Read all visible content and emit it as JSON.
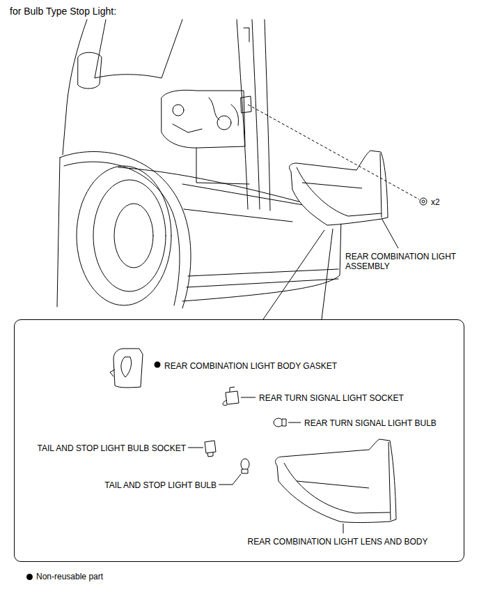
{
  "diagram": {
    "title": "for Bulb Type Stop Light:",
    "nodes": [
      {
        "text": [
          "REAR COMBINATION LIGHT BODY GASKET",
          "REAR TURN SIGNAL LIGHT SOCKET",
          "REAR TURN SIGNAL LIGHT BULB",
          "TAIL AND STOP LIGHT BULB SOCKET",
          "TAIL AND STOP LIGHT BULB",
          "REAR COMBINATION LIGHT LENS AND BODY"
        ]
      }
    ],
    "labels": [
      "x2",
      "REAR COMBINATION LIGHT ASSEMBLY"
    ],
    "legend": [
      {
        "text": "Non-reusable part"
      }
    ]
  }
}
